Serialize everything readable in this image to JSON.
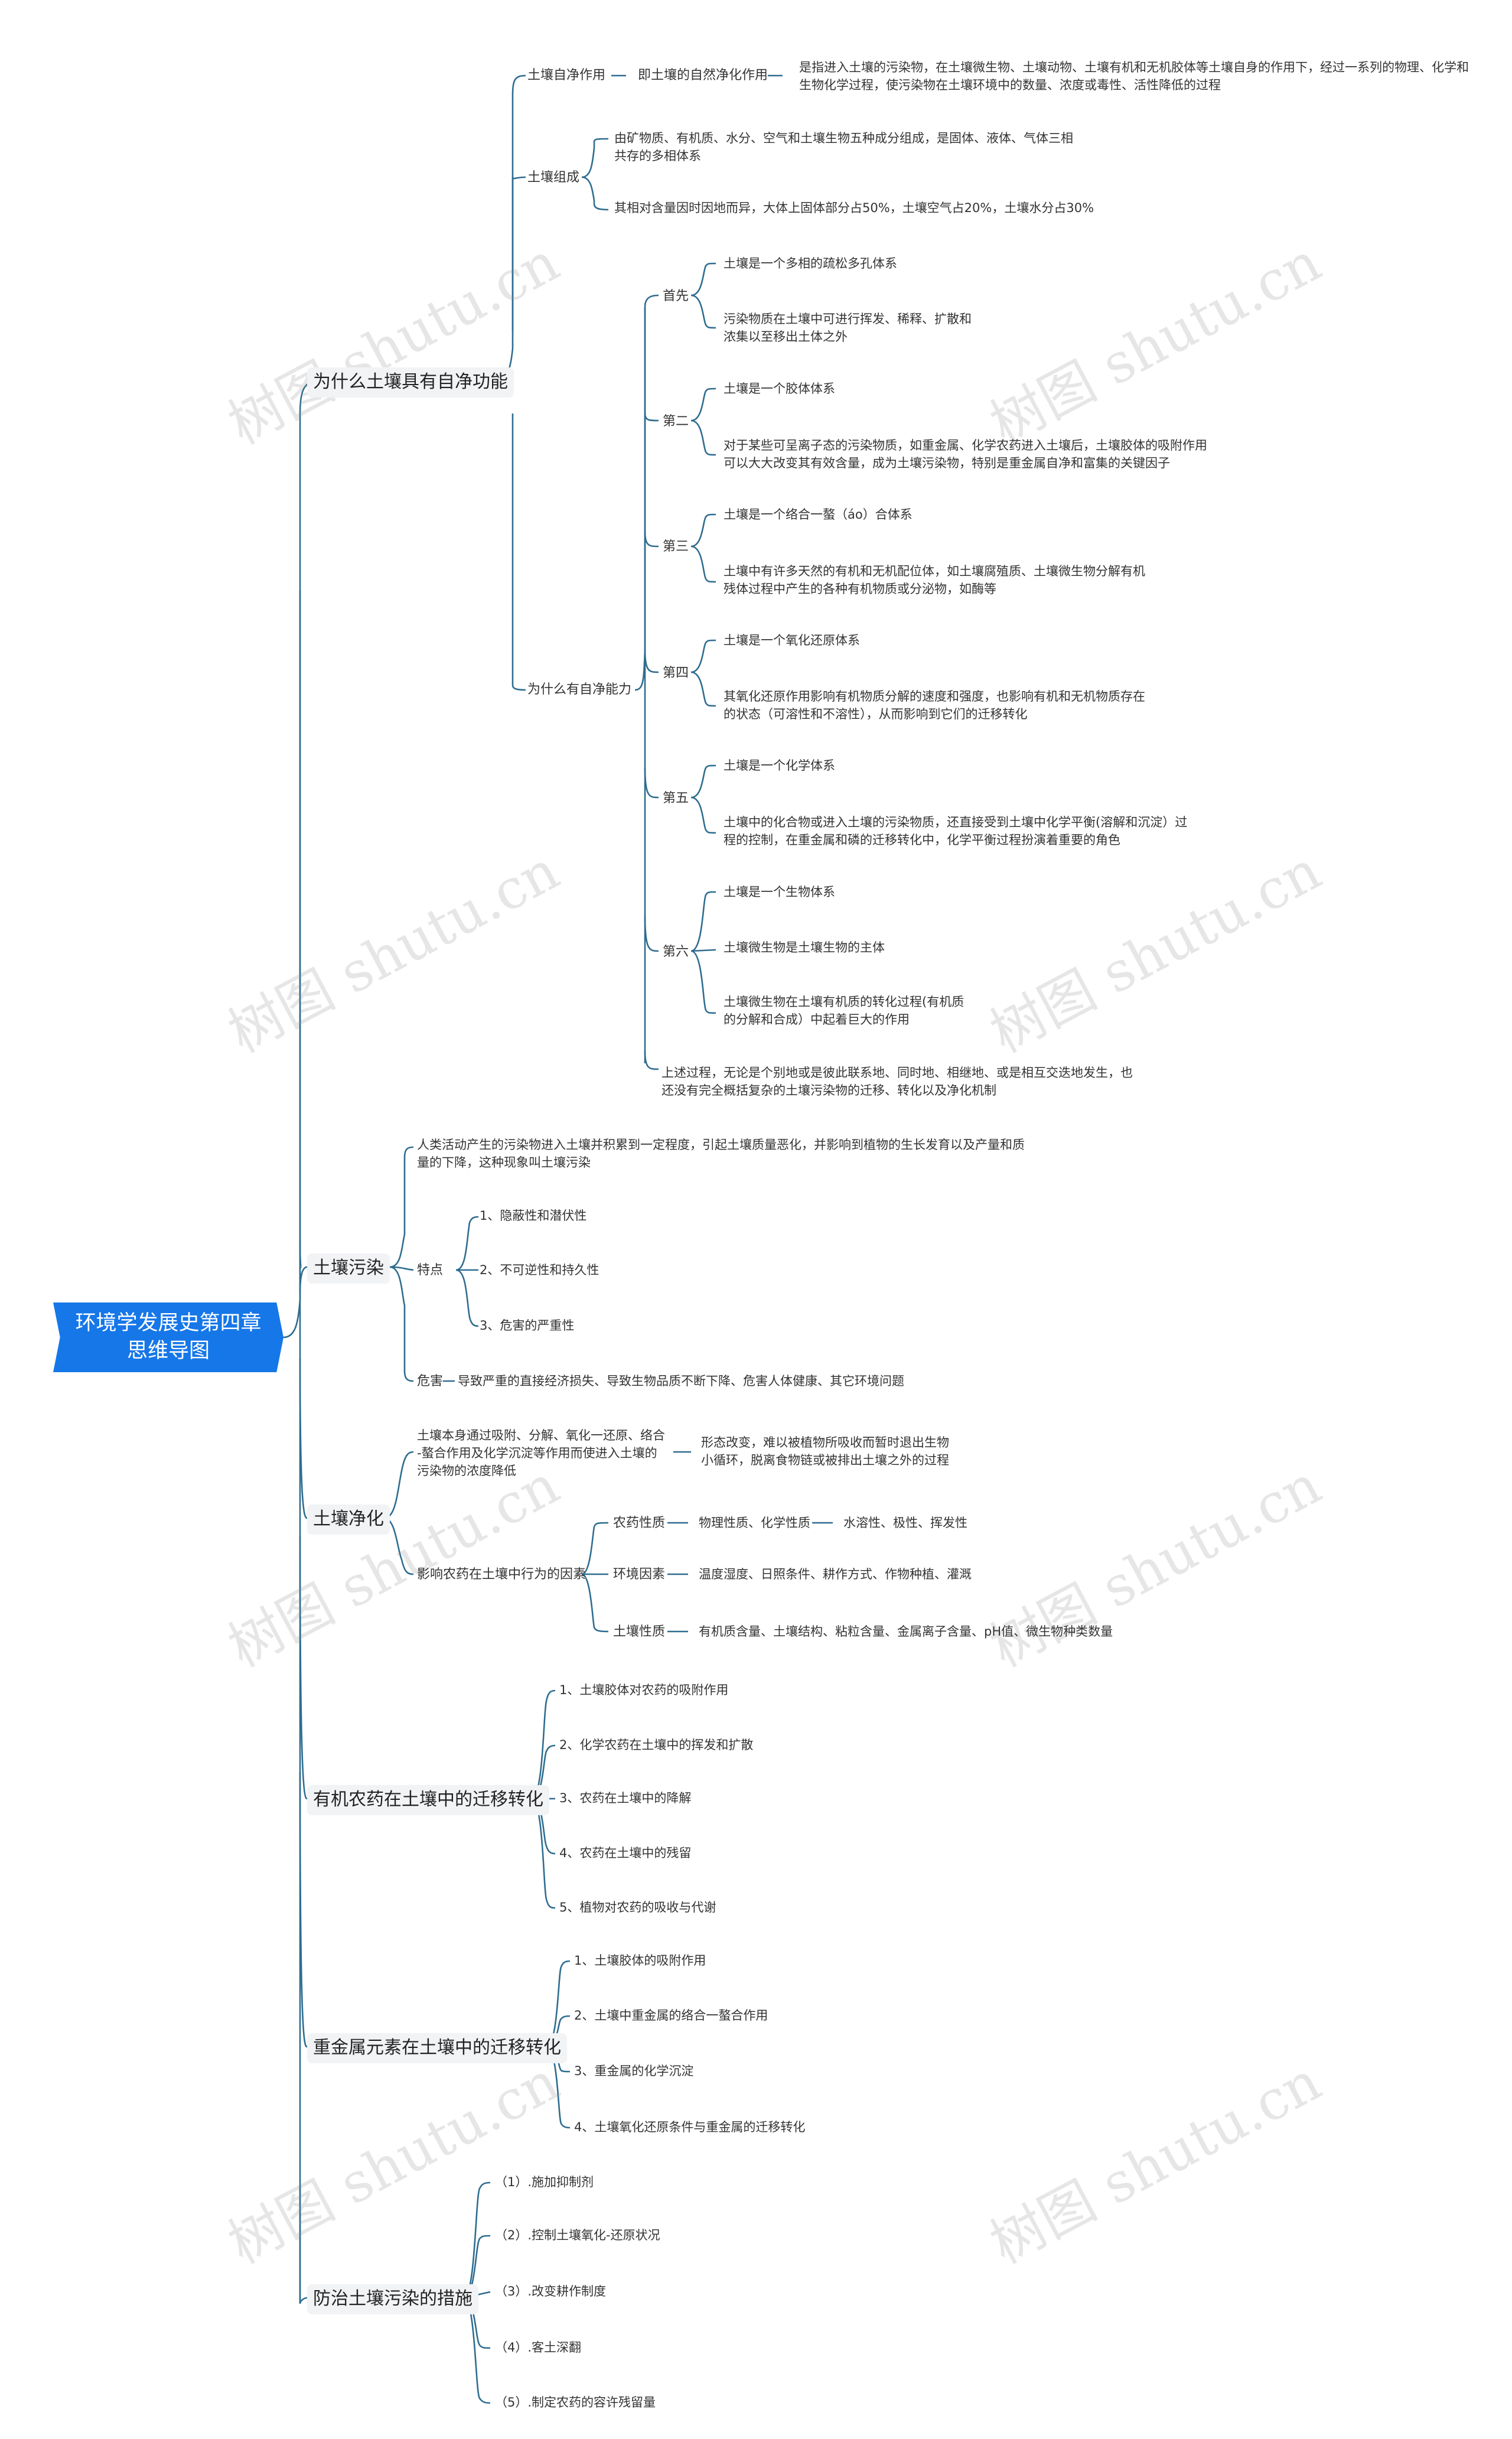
{
  "root": {
    "title_line1": "环境学发展史第四章",
    "title_line2": "思维导图"
  },
  "watermark": "树图 shutu.cn",
  "branches": {
    "self_purify": {
      "label": "为什么土壤具有自净功能",
      "action": {
        "label": "土壤自净作用",
        "def": "即土壤的自然净化作用",
        "detail_line1": "是指进入土壤的污染物，在土壤微生物、土壤动物、土壤有机和无机胶体等土壤自身的作用下，经过一系列的物理、化学和",
        "detail_line2": "生物化学过程，使污染物在土壤环境中的数量、浓度或毒性、活性降低的过程"
      },
      "composition": {
        "label": "土壤组成",
        "item1_line1": "由矿物质、有机质、水分、空气和土壤生物五种成分组成，是固体、液体、气体三相",
        "item1_line2": "共存的多相体系",
        "item2": "其相对含量因时因地而异，大体上固体部分占50%，土壤空气占20%，土壤水分占30%"
      },
      "ability": {
        "label": "为什么有自净能力",
        "first": {
          "label": "首先",
          "a": "土壤是一个多相的疏松多孔体系",
          "b_line1": "污染物质在土壤中可进行挥发、稀释、扩散和",
          "b_line2": "浓集以至移出土体之外"
        },
        "second": {
          "label": "第二",
          "a": "土壤是一个胶体体系",
          "b_line1": "对于某些可呈离子态的污染物质，如重金属、化学农药进入土壤后，土壤胶体的吸附作用",
          "b_line2": "可以大大改变其有效含量，成为土壤污染物，特别是重金属自净和富集的关键因子"
        },
        "third": {
          "label": "第三",
          "a": "土壤是一个络合一螯（áo）合体系",
          "b_line1": "土壤中有许多天然的有机和无机配位体，如土壤腐殖质、土壤微生物分解有机",
          "b_line2": "残体过程中产生的各种有机物质或分泌物，如酶等"
        },
        "fourth": {
          "label": "第四",
          "a": "土壤是一个氧化还原体系",
          "b_line1": "其氧化还原作用影响有机物质分解的速度和强度，也影响有机和无机物质存在",
          "b_line2": "的状态（可溶性和不溶性），从而影响到它们的迁移转化"
        },
        "fifth": {
          "label": "第五",
          "a": "土壤是一个化学体系",
          "b_line1": "土壤中的化合物或进入土壤的污染物质，还直接受到土壤中化学平衡(溶解和沉淀）过",
          "b_line2": "程的控制，在重金属和磷的迁移转化中，化学平衡过程扮演着重要的角色"
        },
        "sixth": {
          "label": "第六",
          "a": "土壤是一个生物体系",
          "b": "土壤微生物是土壤生物的主体",
          "c_line1": "土壤微生物在土壤有机质的转化过程(有机质",
          "c_line2": "的分解和合成）中起着巨大的作用"
        },
        "summary_line1": "上述过程，无论是个别地或是彼此联系地、同时地、相继地、或是相互交迭地发生，也",
        "summary_line2": "还没有完全概括复杂的土壤污染物的迁移、转化以及净化机制"
      }
    },
    "pollution": {
      "label": "土壤污染",
      "def_line1": "人类活动产生的污染物进入土壤并积累到一定程度，引起土壤质量恶化，并影响到植物的生长发育以及产量和质",
      "def_line2": "量的下降，这种现象叫土壤污染",
      "features": {
        "label": "特点",
        "items": [
          "1、隐蔽性和潜伏性",
          "2、不可逆性和持久性",
          "3、危害的严重性"
        ]
      },
      "harm": {
        "label": "危害",
        "text": "导致严重的直接经济损失、导致生物品质不断下降、危害人体健康、其它环境问题"
      }
    },
    "purification": {
      "label": "土壤净化",
      "def_line1": "土壤本身通过吸附、分解、氧化一还原、络合",
      "def_line2": "-螯合作用及化学沉淀等作用而使进入土壤的",
      "def_line3": "污染物的浓度降低",
      "def_child_line1": "形态改变，难以被植物所吸收而暂时退出生物",
      "def_child_line2": "小循环，脱离食物链或被排出土壤之外的过程",
      "factors": {
        "label": "影响农药在土壤中行为的因素",
        "pesticide": {
          "label": "农药性质",
          "child": "物理性质、化学性质",
          "grandchild": "水溶性、极性、挥发性"
        },
        "environment": {
          "label": "环境因素",
          "child": "温度湿度、日照条件、耕作方式、作物种植、灌溉"
        },
        "soil": {
          "label": "土壤性质",
          "child": "有机质含量、土壤结构、粘粒含量、金属离子含量、pH值、微生物种类数量"
        }
      }
    },
    "pesticide_migration": {
      "label": "有机农药在土壤中的迁移转化",
      "items": [
        "1、土壤胶体对农药的吸附作用",
        "2、化学农药在土壤中的挥发和扩散",
        "3、农药在土壤中的降解",
        "4、农药在土壤中的残留",
        "5、植物对农药的吸收与代谢"
      ]
    },
    "heavy_metal": {
      "label": "重金属元素在土壤中的迁移转化",
      "items": [
        "1、土壤胶体的吸附作用",
        "2、土壤中重金属的络合一螯合作用",
        "3、重金属的化学沉淀",
        "4、土壤氧化还原条件与重金属的迁移转化"
      ]
    },
    "prevention": {
      "label": "防治土壤污染的措施",
      "items": [
        "（1）.施加抑制剂",
        "（2）.控制土壤氧化-还原状况",
        "（3）.改变耕作制度",
        "（4）.客土深翻",
        "（5）.制定农药的容许残留量"
      ]
    }
  }
}
